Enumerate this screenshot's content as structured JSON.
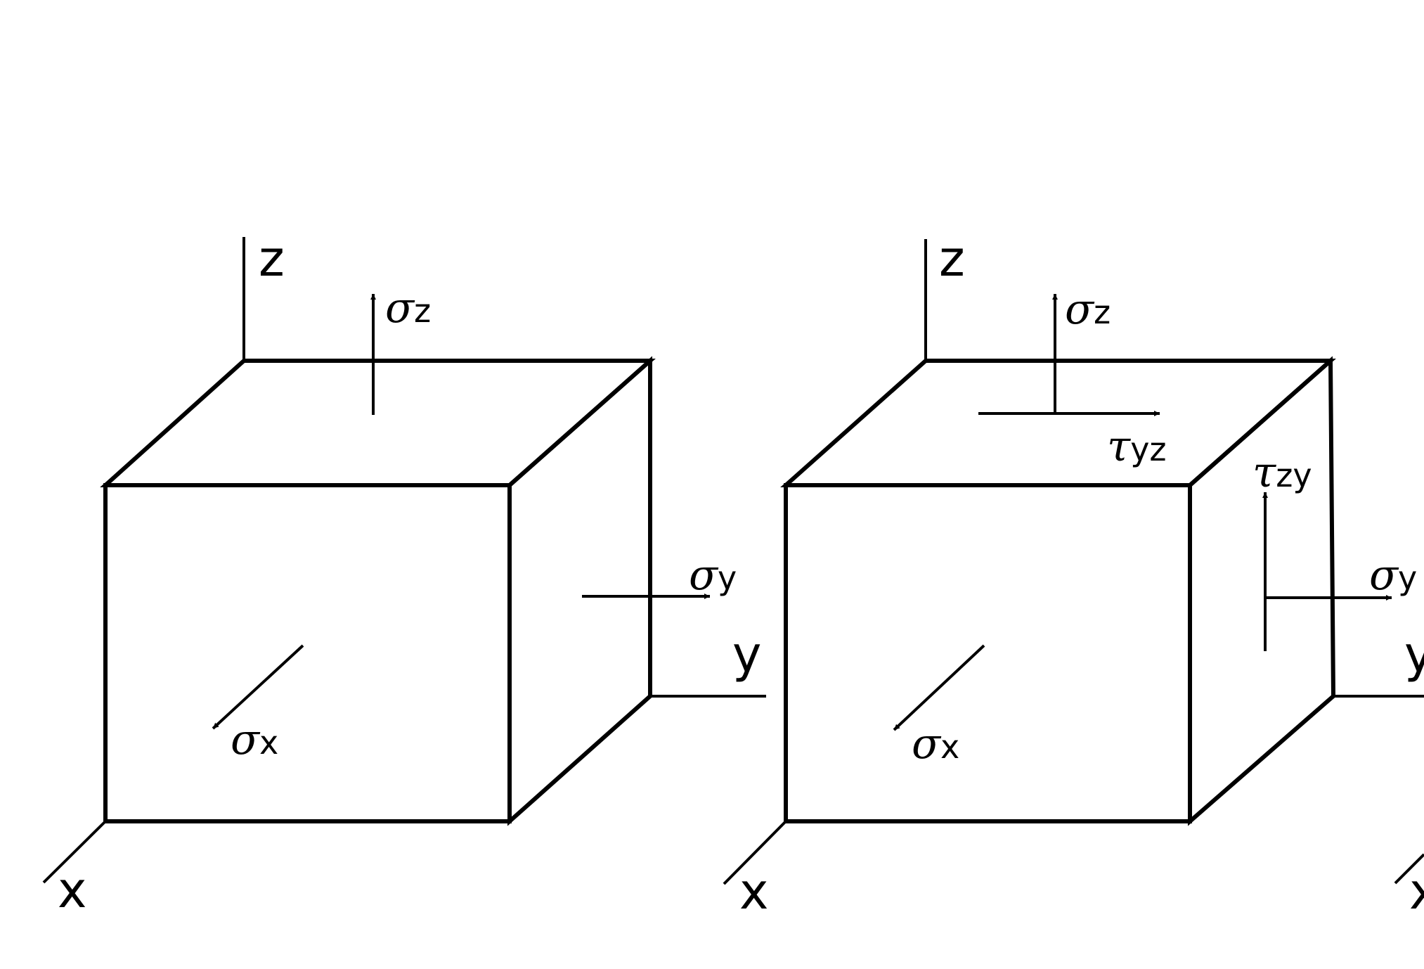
{
  "diagram": {
    "panels": [
      {
        "axes": {
          "z": "z",
          "y": "y",
          "x": "x"
        },
        "stresses": [
          {
            "id": "sigma-z",
            "symbol": "σ",
            "sub": "z"
          },
          {
            "id": "sigma-y",
            "symbol": "σ",
            "sub": "y"
          },
          {
            "id": "sigma-x",
            "symbol": "σ",
            "sub": "x"
          }
        ]
      },
      {
        "axes": {
          "z": "z",
          "y": "y",
          "x": "x"
        },
        "stresses": [
          {
            "id": "sigma-z",
            "symbol": "σ",
            "sub": "z"
          },
          {
            "id": "tau-yz",
            "symbol": "τ",
            "sub": "yz"
          },
          {
            "id": "tau-zy",
            "symbol": "τ",
            "sub": "zy"
          },
          {
            "id": "sigma-y",
            "symbol": "σ",
            "sub": "y"
          },
          {
            "id": "sigma-x",
            "symbol": "σ",
            "sub": "x"
          }
        ]
      },
      {
        "axes": {
          "x": "x"
        },
        "stresses": []
      }
    ]
  }
}
